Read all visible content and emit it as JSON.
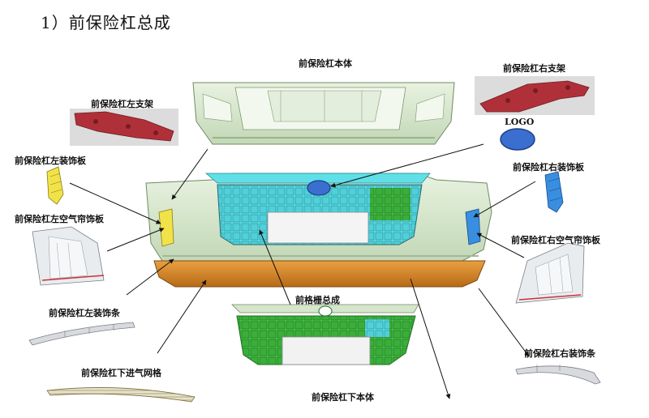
{
  "title": "1）前保险杠总成",
  "labels": {
    "body_upper": "前保险杠本体",
    "bracket_right": "前保险杠右支架",
    "bracket_left": "前保险杠左支架",
    "logo": "LOGO",
    "trim_left": "前保险杠左装饰板",
    "trim_right": "前保险杠右装饰板",
    "air_curtain_left": "前保险杠左空气帘饰板",
    "air_curtain_right": "前保险杠右空气帘饰板",
    "strip_left": "前保险杠左装饰条",
    "grille_assy": "前格栅总成",
    "strip_right": "前保险杠右装饰条",
    "lower_grille": "前保险杠下进气网格",
    "body_lower": "前保险杠下本体"
  },
  "colors": {
    "bumper_body": "#d6e6cc",
    "grille_cyan": "#5fe0e8",
    "grille_green": "#3dba3d",
    "lower_body": "#d98a2a",
    "bracket_red": "#b0303a",
    "logo_blue": "#3a6fd0",
    "trim_yellow": "#f2e24a",
    "trim_blue": "#3a8ee0"
  }
}
